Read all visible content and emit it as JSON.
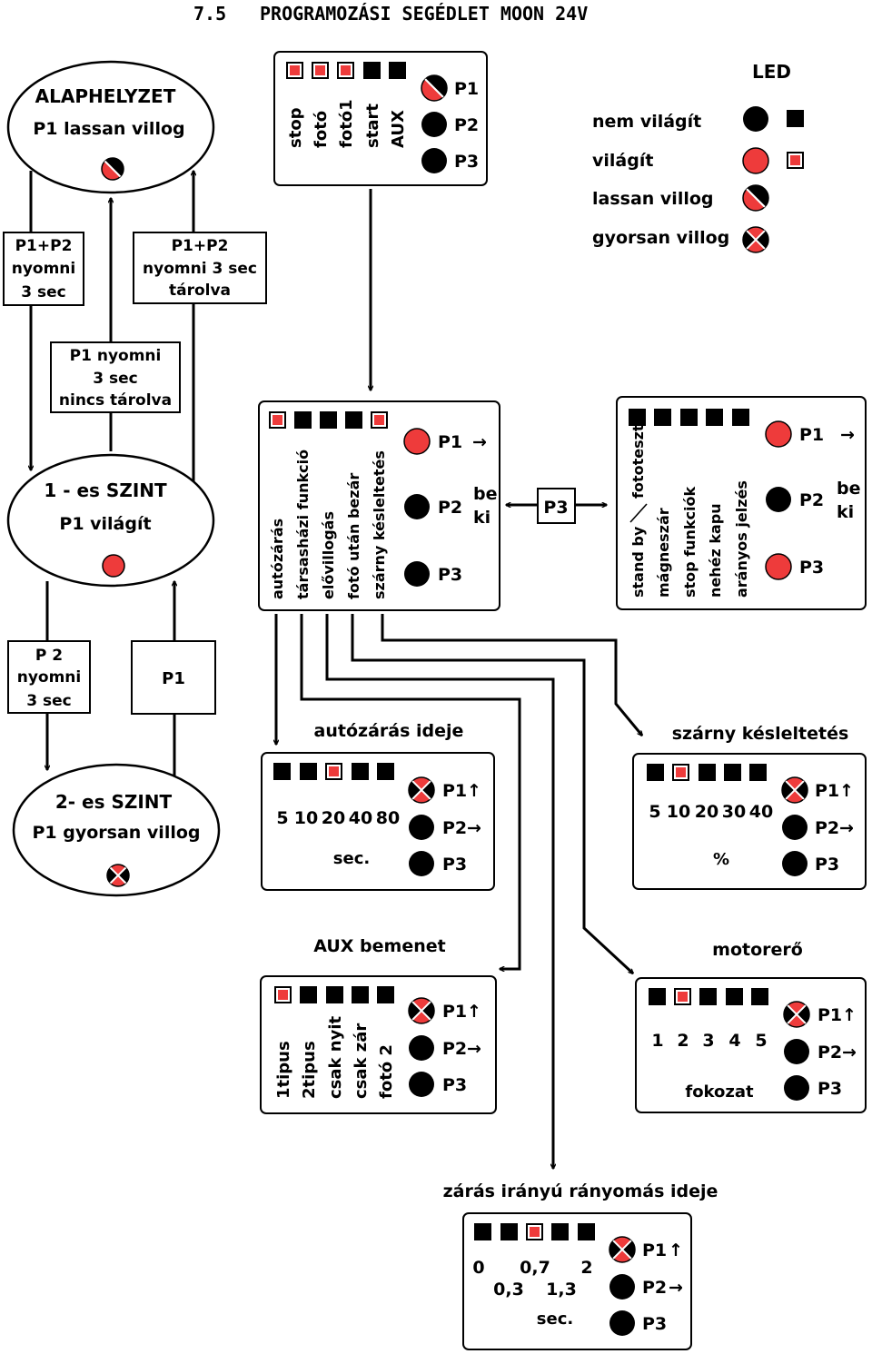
{
  "title": {
    "number": "7.5",
    "text": "PROGRAMOZÁSI SEGÉDLET MOON 24V"
  },
  "colors": {
    "red": "#ee3b3b",
    "black": "#000000",
    "white": "#ffffff"
  },
  "states": {
    "alap": {
      "line1": "ALAPHELYZET",
      "line2": "P1 lassan villog",
      "led": "slow"
    },
    "szint1": {
      "line1": "1 - es SZINT",
      "line2": "P1 világít",
      "led": "on"
    },
    "szint2": {
      "line1": "2- es SZINT",
      "line2": "P1 gyorsan villog",
      "led": "fast"
    }
  },
  "transitions": {
    "t1": [
      "P1+P2",
      "nyomni",
      "3 sec"
    ],
    "t2": [
      "P1+P2",
      "nyomni 3 sec",
      "tárolva"
    ],
    "t3": [
      "P1 nyomni",
      "3 sec",
      "nincs tárolva"
    ],
    "t4": [
      "P 2",
      "nyomni",
      "3 sec"
    ],
    "t5": [
      "P1"
    ],
    "p3": "P3"
  },
  "legend": {
    "title": "LED",
    "items": [
      {
        "label": "nem világít",
        "state": "off"
      },
      {
        "label": "világít",
        "state": "on"
      },
      {
        "label": "lassan villog",
        "state": "slow"
      },
      {
        "label": "gyorsan villog",
        "state": "fast"
      }
    ]
  },
  "panels": {
    "inputs": {
      "squares": [
        "on",
        "on",
        "on",
        "off",
        "off"
      ],
      "labels": [
        "stop",
        "fotó",
        "fotó1",
        "start",
        "AUX"
      ],
      "leds": [
        {
          "label": "P1",
          "state": "slow"
        },
        {
          "label": "P2",
          "state": "off"
        },
        {
          "label": "P3",
          "state": "off"
        }
      ]
    },
    "level1": {
      "squares": [
        "on",
        "off",
        "off",
        "off",
        "on"
      ],
      "labels": [
        "autózárás",
        "társasházi funkció",
        "elővillogás",
        "fotó után bezár",
        "szárny késleltetés"
      ],
      "leds": [
        {
          "label": "P1",
          "state": "on",
          "arrow": "→"
        },
        {
          "label": "P2",
          "state": "off"
        },
        {
          "label": "P3",
          "state": "off"
        }
      ],
      "beki": [
        "be",
        "ki"
      ]
    },
    "level1b": {
      "squares": [
        "off",
        "off",
        "off",
        "off",
        "off"
      ],
      "labels": [
        "stand by",
        "fototeszt",
        "mágneszár",
        "stop funkciók",
        "nehéz kapu",
        "arányos jelzés"
      ],
      "leds": [
        {
          "label": "P1",
          "state": "on",
          "arrow": "→"
        },
        {
          "label": "P2",
          "state": "off"
        },
        {
          "label": "P3",
          "state": "on"
        }
      ],
      "beki": [
        "be",
        "ki"
      ]
    },
    "autozaras": {
      "title": "autózárás ideje",
      "squares": [
        "off",
        "off",
        "on",
        "off",
        "off"
      ],
      "values": [
        "5",
        "10",
        "20",
        "40",
        "80"
      ],
      "unit": "sec.",
      "leds": [
        {
          "label": "P1",
          "state": "fast",
          "arrow": "↑"
        },
        {
          "label": "P2",
          "state": "off",
          "arrow": "→"
        },
        {
          "label": "P3",
          "state": "off"
        }
      ]
    },
    "szarny": {
      "title": "szárny késleltetés",
      "squares": [
        "off",
        "on",
        "off",
        "off",
        "off"
      ],
      "values": [
        "5",
        "10",
        "20",
        "30",
        "40"
      ],
      "unit": "%",
      "leds": [
        {
          "label": "P1",
          "state": "fast",
          "arrow": "↑"
        },
        {
          "label": "P2",
          "state": "off",
          "arrow": "→"
        },
        {
          "label": "P3",
          "state": "off"
        }
      ]
    },
    "aux": {
      "title": "AUX bemenet",
      "squares": [
        "on",
        "off",
        "off",
        "off",
        "off"
      ],
      "labels": [
        "1tipus",
        "2tipus",
        "csak nyit",
        "csak zár",
        "fotó 2"
      ],
      "leds": [
        {
          "label": "P1",
          "state": "fast",
          "arrow": "↑"
        },
        {
          "label": "P2",
          "state": "off",
          "arrow": "→"
        },
        {
          "label": "P3",
          "state": "off"
        }
      ]
    },
    "motorero": {
      "title": "motorerő",
      "squares": [
        "off",
        "on",
        "off",
        "off",
        "off"
      ],
      "values": [
        "1",
        "2",
        "3",
        "4",
        "5"
      ],
      "unit": "fokozat",
      "leds": [
        {
          "label": "P1",
          "state": "fast",
          "arrow": "↑"
        },
        {
          "label": "P2",
          "state": "off",
          "arrow": "→"
        },
        {
          "label": "P3",
          "state": "off"
        }
      ]
    },
    "zaras": {
      "title": "zárás irányú rányomás ideje",
      "squares": [
        "off",
        "off",
        "on",
        "off",
        "off"
      ],
      "values_top": [
        "0",
        "0,7",
        "2"
      ],
      "values_bottom": [
        "0,3",
        "1,3"
      ],
      "unit": "sec.",
      "leds": [
        {
          "label": "P1",
          "state": "fast",
          "arrow": "↑"
        },
        {
          "label": "P2",
          "state": "off",
          "arrow": "→"
        },
        {
          "label": "P3",
          "state": "off"
        }
      ]
    }
  }
}
